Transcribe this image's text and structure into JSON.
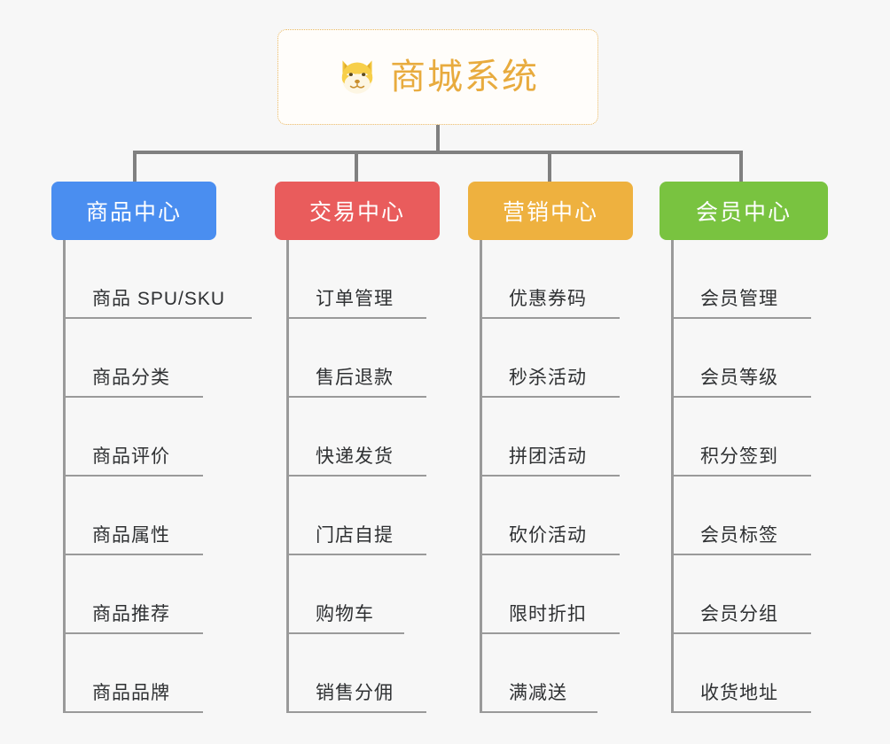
{
  "meta": {
    "background_color": "#f7f7f7",
    "connector_color": "#9a9a9a"
  },
  "root": {
    "title": "商城系统",
    "icon": "shiba-dog-icon",
    "title_color": "#e8ab3e",
    "border_color": "#e9b861"
  },
  "columns": [
    {
      "id": "product-center",
      "header": "商品中心",
      "color": "#4a8ef0",
      "items": [
        "商品 SPU/SKU",
        "商品分类",
        "商品评价",
        "商品属性",
        "商品推荐",
        "商品品牌"
      ]
    },
    {
      "id": "trade-center",
      "header": "交易中心",
      "color": "#e95c5c",
      "items": [
        "订单管理",
        "售后退款",
        "快递发货",
        "门店自提",
        "购物车",
        "销售分佣"
      ]
    },
    {
      "id": "marketing-center",
      "header": "营销中心",
      "color": "#eeb13f",
      "items": [
        "优惠券码",
        "秒杀活动",
        "拼团活动",
        "砍价活动",
        "限时折扣",
        "满减送"
      ]
    },
    {
      "id": "member-center",
      "header": "会员中心",
      "color": "#79c340",
      "items": [
        "会员管理",
        "会员等级",
        "积分签到",
        "会员标签",
        "会员分组",
        "收货地址"
      ]
    }
  ]
}
